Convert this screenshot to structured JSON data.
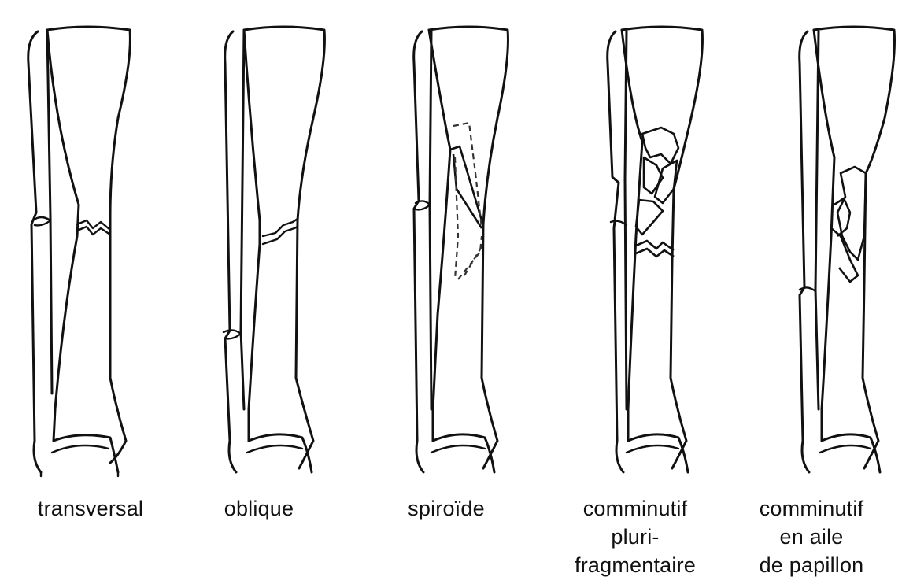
{
  "figures": [
    {
      "id": "transversal",
      "label_lines": [
        "transversal"
      ]
    },
    {
      "id": "oblique",
      "label_lines": [
        "oblique"
      ]
    },
    {
      "id": "spiroide",
      "label_lines": [
        "spiroïde"
      ]
    },
    {
      "id": "comminutif-pluri",
      "label_lines": [
        "comminutif",
        "pluri-",
        "fragmentaire"
      ]
    },
    {
      "id": "comminutif-papillon",
      "label_lines": [
        "comminutif",
        "en aile",
        "de papillon"
      ]
    }
  ]
}
